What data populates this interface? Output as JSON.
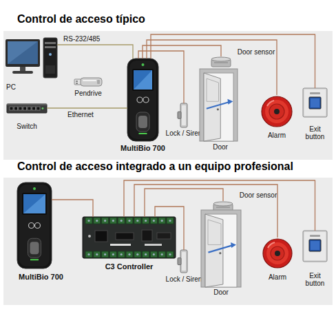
{
  "diagram": {
    "nodes": [
      {
        "text": [
          "Control de acceso típico"
        ]
      },
      {
        "text": [
          "PC"
        ],
        "in": 0
      },
      {
        "text": [
          "Pendrive"
        ],
        "in": 0
      },
      {
        "text": [
          "Switch"
        ],
        "in": 0
      },
      {
        "text": [
          "MultiBio 700"
        ],
        "in": 0
      },
      {
        "text": [
          "Lock / Siren"
        ],
        "in": 0
      },
      {
        "text": [
          "Door sensor"
        ],
        "in": 0
      },
      {
        "text": [
          "Door"
        ],
        "in": 0
      },
      {
        "text": [
          "Alarm"
        ],
        "in": 0
      },
      {
        "text": [
          "Exit button"
        ],
        "in": 0
      },
      {
        "text": [
          "Control de acceso integrado a un equipo profesional"
        ]
      },
      {
        "text": [
          "MultiBio 700"
        ],
        "in": 10
      },
      {
        "text": [
          "C3 Controller"
        ],
        "in": 10
      },
      {
        "text": [
          "Lock / Siren"
        ],
        "in": 10
      },
      {
        "text": [
          "Door sensor"
        ],
        "in": 10
      },
      {
        "text": [
          "Door"
        ],
        "in": 10
      },
      {
        "text": [
          "Alarm"
        ],
        "in": 10
      },
      {
        "text": [
          "Exit button"
        ],
        "in": 10
      }
    ],
    "edges": [
      {
        "from": 1,
        "to": 4,
        "label": "RS-232/485",
        "arrow": "none"
      },
      {
        "from": 3,
        "to": 4,
        "label": "Ethernet",
        "arrow": "none"
      },
      {
        "from": 4,
        "to": 5,
        "arrow": "none"
      },
      {
        "from": 4,
        "to": 6,
        "arrow": "none"
      },
      {
        "from": 4,
        "to": 8,
        "arrow": "none"
      },
      {
        "from": 4,
        "to": 9,
        "arrow": "none"
      },
      {
        "from": 11,
        "to": 12,
        "arrow": "none"
      },
      {
        "from": 12,
        "to": 13,
        "arrow": "none"
      },
      {
        "from": 12,
        "to": 14,
        "arrow": "none"
      },
      {
        "from": 12,
        "to": 16,
        "arrow": "none"
      },
      {
        "from": 12,
        "to": 17,
        "arrow": "none"
      }
    ]
  }
}
